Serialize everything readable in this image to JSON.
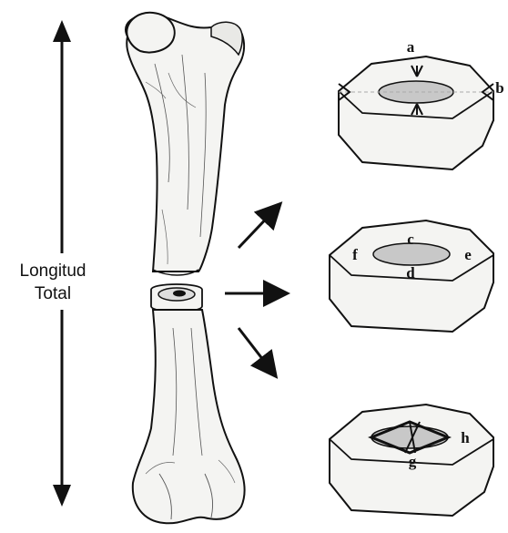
{
  "measure_label": {
    "line1": "Longitud",
    "line2": "Total"
  },
  "points": {
    "a": "a",
    "b": "b",
    "c": "c",
    "d": "d",
    "e": "e",
    "f": "f",
    "g": "g",
    "h": "h"
  },
  "colors": {
    "ink": "#111111",
    "bone_fill": "#f4f4f2",
    "canal_fill": "#c8c8c8",
    "background": "#ffffff"
  },
  "icons": {
    "total_length_arrow": "double-headed-vertical-arrow",
    "cut_arrows": [
      "arrow-up-right",
      "arrow-right",
      "arrow-down-right"
    ]
  }
}
